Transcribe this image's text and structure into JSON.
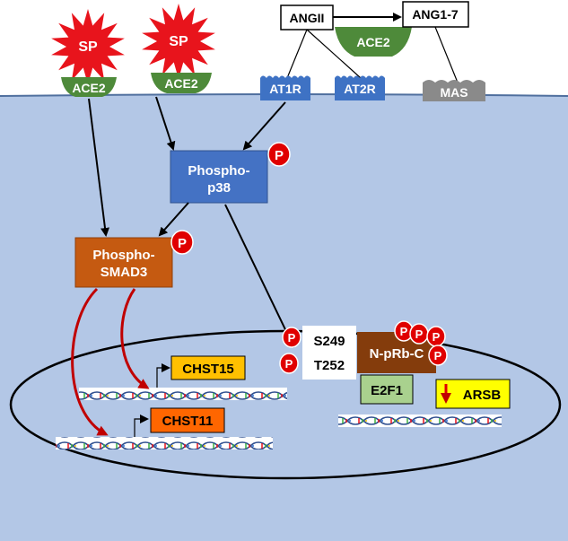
{
  "colors": {
    "cell_fill": "#b3c7e6",
    "membrane_line": "#4f6f9e",
    "ace2_green": "#4e8a3a",
    "sp_red": "#e8141c",
    "receptor_blue": "#3e72c4",
    "mas_gray": "#8a8a8a",
    "p38_blue": "#4472c4",
    "smad3_orange": "#c55a11",
    "chst15_yellow": "#ffc000",
    "chst11_orange": "#ff6600",
    "nprb_brown": "#843c0c",
    "e2f1_green": "#a9d18e",
    "arsb_yellow": "#ffff00",
    "phospho_red": "#e00000",
    "arrow_red": "#c00000"
  },
  "spikes": [
    {
      "label": "SP"
    },
    {
      "label": "SP"
    }
  ],
  "ace2_receptors": [
    {
      "label": "ACE2"
    },
    {
      "label": "ACE2"
    },
    {
      "label": "ACE2"
    }
  ],
  "angiotensin": {
    "angii": "ANGII",
    "ang17": "ANG1-7"
  },
  "receptors": {
    "at1r": "AT1R",
    "at2r": "AT2R",
    "mas": "MAS"
  },
  "proteins": {
    "p38_line1": "Phospho-",
    "p38_line2": "p38",
    "smad3_line1": "Phospho-",
    "smad3_line2": "SMAD3",
    "nprb": "N-pRb-C",
    "e2f1": "E2F1"
  },
  "phospho_label": "P",
  "sites": {
    "s249": "S249",
    "t252": "T252"
  },
  "genes": {
    "chst15": "CHST15",
    "chst11": "CHST11",
    "arsb": "ARSB"
  }
}
